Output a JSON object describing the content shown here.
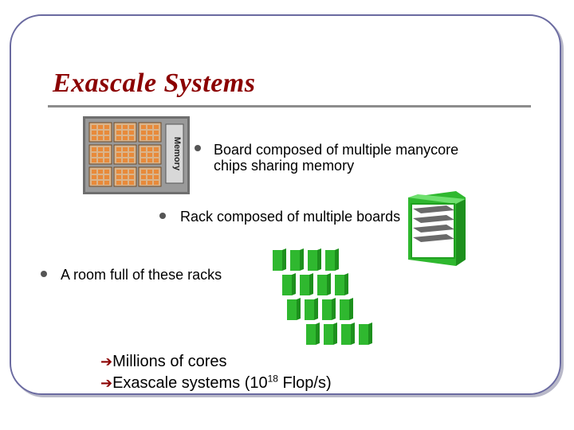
{
  "slide": {
    "title": "Exascale Systems",
    "bullets": [
      {
        "text": "Board composed of multiple manycore chips sharing memory"
      },
      {
        "text": "Rack composed of multiple boards"
      },
      {
        "text": "A room full of these racks"
      }
    ],
    "conclusion": {
      "line1": "Millions of cores",
      "line2_prefix": "Exascale systems (10",
      "line2_exponent": "18",
      "line2_suffix": " Flop/s)"
    },
    "board_label": "Memory"
  },
  "colors": {
    "title": "#8b0000",
    "rule": "#8c8c8c",
    "rack_green": "#33cc33",
    "arrow": "#8b0000"
  },
  "icons": {
    "arrow": "right-arrow-icon",
    "bullet": "bullet-dot-icon"
  }
}
